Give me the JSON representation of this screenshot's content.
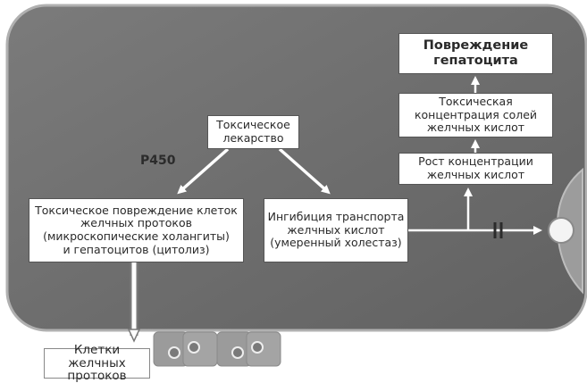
{
  "diagram": {
    "label_enzyme": "P450",
    "nodes": {
      "drug": "Токсическое\nлекарство",
      "duct_damage": "Токсическое повреждение клеток\nжелчных протоков\n(микроскопические холангиты)\nи гепатоцитов (цитолиз)",
      "transport_inhibition": "Ингибиция транспорта\nжелчных кислот\n(умеренный холестаз)",
      "concentration_growth": "Рост концентрации\nжелчных кислот",
      "toxic_concentration": "Токсическая\nконцентрация солей\nжелчных кислот",
      "hepatocyte_damage": "Повреждение\nгепатоцита",
      "bile_duct_cells": "Клетки желчных\nпротоков"
    },
    "colors": {
      "cell_fill": "#6e6e6e",
      "cell_border": "#9a9a9a",
      "box_fill": "#ffffff",
      "arrow": "#ffffff",
      "duct_cells": "#9b9b9b"
    }
  }
}
